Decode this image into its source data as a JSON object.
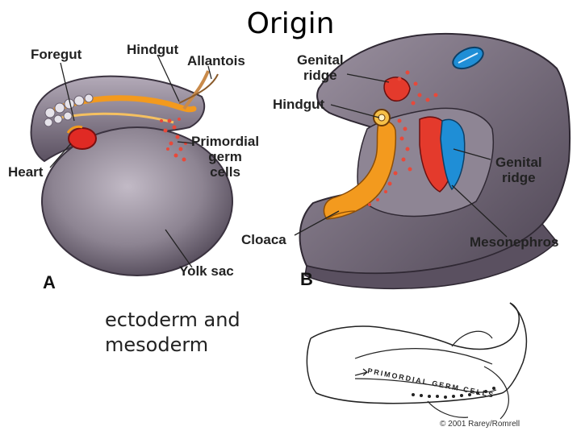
{
  "title": "Origin",
  "labels": {
    "foregut": "Foregut",
    "hindgut_a": "Hindgut",
    "allantois": "Allantois",
    "primordial_germ_cells": "Primordial\ngerm\ncells",
    "heart": "Heart",
    "yolk_sac": "Yolk sac",
    "genital_ridge_top": "Genital\nridge",
    "hindgut_b": "Hindgut",
    "genital_ridge_right": "Genital\nridge",
    "cloaca": "Cloaca",
    "mesonephros": "Mesonephros"
  },
  "panels": {
    "a": "A",
    "b": "B"
  },
  "body_text": "ectoderm and\nmesoderm",
  "sketch": {
    "label": "PRIMORDIAL GERM CELLS",
    "copyright": "© 2001 Rarey/Romrell"
  },
  "colors": {
    "tissue": "#6e6474",
    "tissue_light": "#a99fae",
    "yolk": "#8b8290",
    "gut": "#f39a1e",
    "germ_cells": "#e8493a",
    "mesonephros": "#1f8ed6"
  }
}
